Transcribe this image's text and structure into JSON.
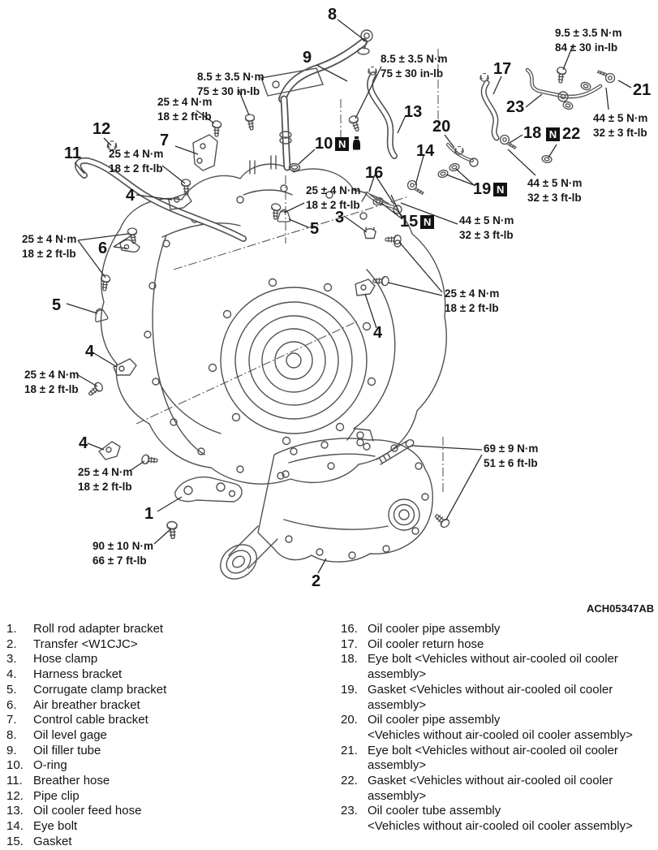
{
  "diagram": {
    "code": "ACH05347AB",
    "new_part_symbol": "N",
    "callouts": [
      {
        "text": "8"
      },
      {
        "text": "9"
      },
      {
        "text": "17"
      },
      {
        "text": "21"
      },
      {
        "text": "23"
      },
      {
        "text": "20"
      },
      {
        "text": "18"
      },
      {
        "text": "22"
      },
      {
        "text": "12"
      },
      {
        "text": "11"
      },
      {
        "text": "7"
      },
      {
        "text": "13"
      },
      {
        "text": "10"
      },
      {
        "text": "14"
      },
      {
        "text": "16"
      },
      {
        "text": "19"
      },
      {
        "text": "4"
      },
      {
        "text": "5"
      },
      {
        "text": "3"
      },
      {
        "text": "15"
      },
      {
        "text": "6"
      },
      {
        "text": "5"
      },
      {
        "text": "4"
      },
      {
        "text": "4"
      },
      {
        "text": "4"
      },
      {
        "text": "1"
      },
      {
        "text": "2"
      }
    ],
    "torques": [
      {
        "text": "8.5 ± 3.5 N·m\n75 ± 30 in-lb"
      },
      {
        "text": "25 ± 4 N·m\n18 ± 2 ft-lb"
      },
      {
        "text": "8.5 ± 3.5 N·m\n75 ± 30 in-lb"
      },
      {
        "text": "9.5 ± 3.5 N·m\n84 ± 30 in-lb"
      },
      {
        "text": "44 ± 5 N·m\n32 ± 3 ft-lb"
      },
      {
        "text": "25 ± 4 N·m\n18 ± 2 ft-lb"
      },
      {
        "text": "44 ± 5 N·m\n32 ± 3 ft-lb"
      },
      {
        "text": "25 ± 4 N·m\n18 ± 2 ft-lb"
      },
      {
        "text": "44 ± 5 N·m\n32 ± 3 ft-lb"
      },
      {
        "text": "25 ± 4 N·m\n18 ± 2 ft-lb"
      },
      {
        "text": "25 ± 4 N·m\n18 ± 2 ft-lb"
      },
      {
        "text": "25 ± 4 N·m\n18 ± 2 ft-lb"
      },
      {
        "text": "25 ± 4 N·m\n18 ± 2 ft-lb"
      },
      {
        "text": "90 ± 10 N·m\n66 ± 7 ft-lb"
      },
      {
        "text": "69 ± 9 N·m\n51 ± 6 ft-lb"
      }
    ]
  },
  "legend": {
    "left": [
      {
        "num": "1.",
        "text": "Roll rod adapter bracket"
      },
      {
        "num": "2.",
        "text": "Transfer <W1CJC>"
      },
      {
        "num": "3.",
        "text": "Hose clamp"
      },
      {
        "num": "4.",
        "text": "Harness bracket"
      },
      {
        "num": "5.",
        "text": "Corrugate clamp bracket"
      },
      {
        "num": "6.",
        "text": "Air breather bracket"
      },
      {
        "num": "7.",
        "text": "Control cable bracket"
      },
      {
        "num": "8.",
        "text": "Oil level gage"
      },
      {
        "num": "9.",
        "text": "Oil filler tube"
      },
      {
        "num": "10.",
        "text": "O-ring"
      },
      {
        "num": "11.",
        "text": "Breather hose"
      },
      {
        "num": "12.",
        "text": "Pipe clip"
      },
      {
        "num": "13.",
        "text": "Oil cooler feed hose"
      },
      {
        "num": "14.",
        "text": "Eye bolt"
      },
      {
        "num": "15.",
        "text": "Gasket"
      }
    ],
    "right": [
      {
        "num": "16.",
        "text": "Oil cooler pipe assembly"
      },
      {
        "num": "17.",
        "text": "Oil cooler return hose"
      },
      {
        "num": "18.",
        "text": "Eye bolt <Vehicles without air-cooled oil cooler assembly>"
      },
      {
        "num": "19.",
        "text": "Gasket <Vehicles without air-cooled oil cooler assembly>"
      },
      {
        "num": "20.",
        "text": "Oil cooler pipe assembly\n<Vehicles without air-cooled oil cooler assembly>"
      },
      {
        "num": "21.",
        "text": "Eye bolt <Vehicles without air-cooled oil cooler assembly>"
      },
      {
        "num": "22.",
        "text": "Gasket <Vehicles without air-cooled oil cooler assembly>"
      },
      {
        "num": "23.",
        "text": "Oil cooler tube assembly\n<Vehicles without air-cooled oil cooler assembly>"
      }
    ]
  }
}
